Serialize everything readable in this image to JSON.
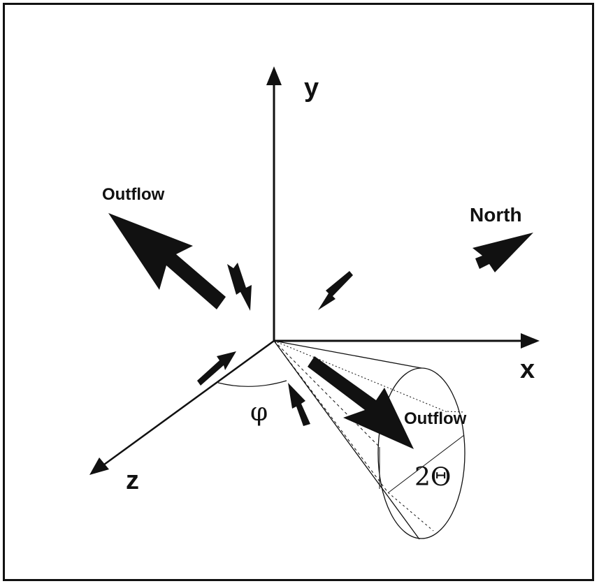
{
  "labels": {
    "y_axis": "y",
    "x_axis": "x",
    "z_axis": "z",
    "outflow_upper": "Outflow",
    "outflow_lower": "Outflow",
    "north": "North",
    "phi": "φ",
    "two_theta": "2Θ"
  },
  "colors": {
    "ink": "#111111",
    "background": "#ffffff"
  }
}
